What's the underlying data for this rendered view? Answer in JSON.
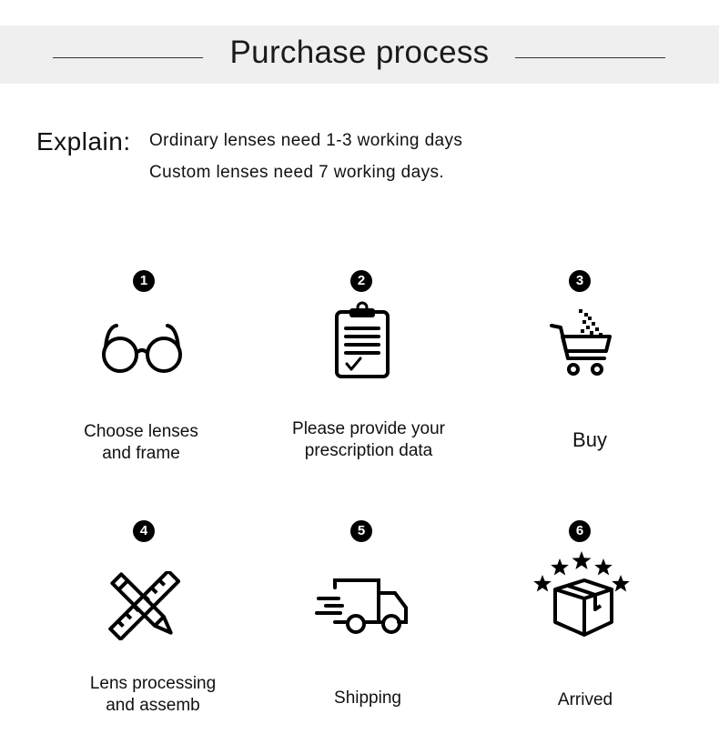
{
  "header": {
    "title": "Purchase process"
  },
  "explain": {
    "label": "Explain:",
    "lines": [
      "Ordinary lenses need 1-3 working days",
      "Custom lenses need 7 working days."
    ]
  },
  "steps": [
    {
      "number": "1",
      "icon": "glasses-icon",
      "label_lines": [
        "Choose lenses",
        "and frame"
      ]
    },
    {
      "number": "2",
      "icon": "clipboard-prescription-icon",
      "label_lines": [
        "Please provide your",
        "prescription data"
      ]
    },
    {
      "number": "3",
      "icon": "shopping-cart-icon",
      "label_lines": [
        "Buy"
      ]
    },
    {
      "number": "4",
      "icon": "pencil-ruler-icon",
      "label_lines": [
        "Lens processing",
        "and assemb"
      ]
    },
    {
      "number": "5",
      "icon": "delivery-truck-icon",
      "label_lines": [
        "Shipping"
      ]
    },
    {
      "number": "6",
      "icon": "package-stars-icon",
      "label_lines": [
        "Arrived"
      ]
    }
  ]
}
